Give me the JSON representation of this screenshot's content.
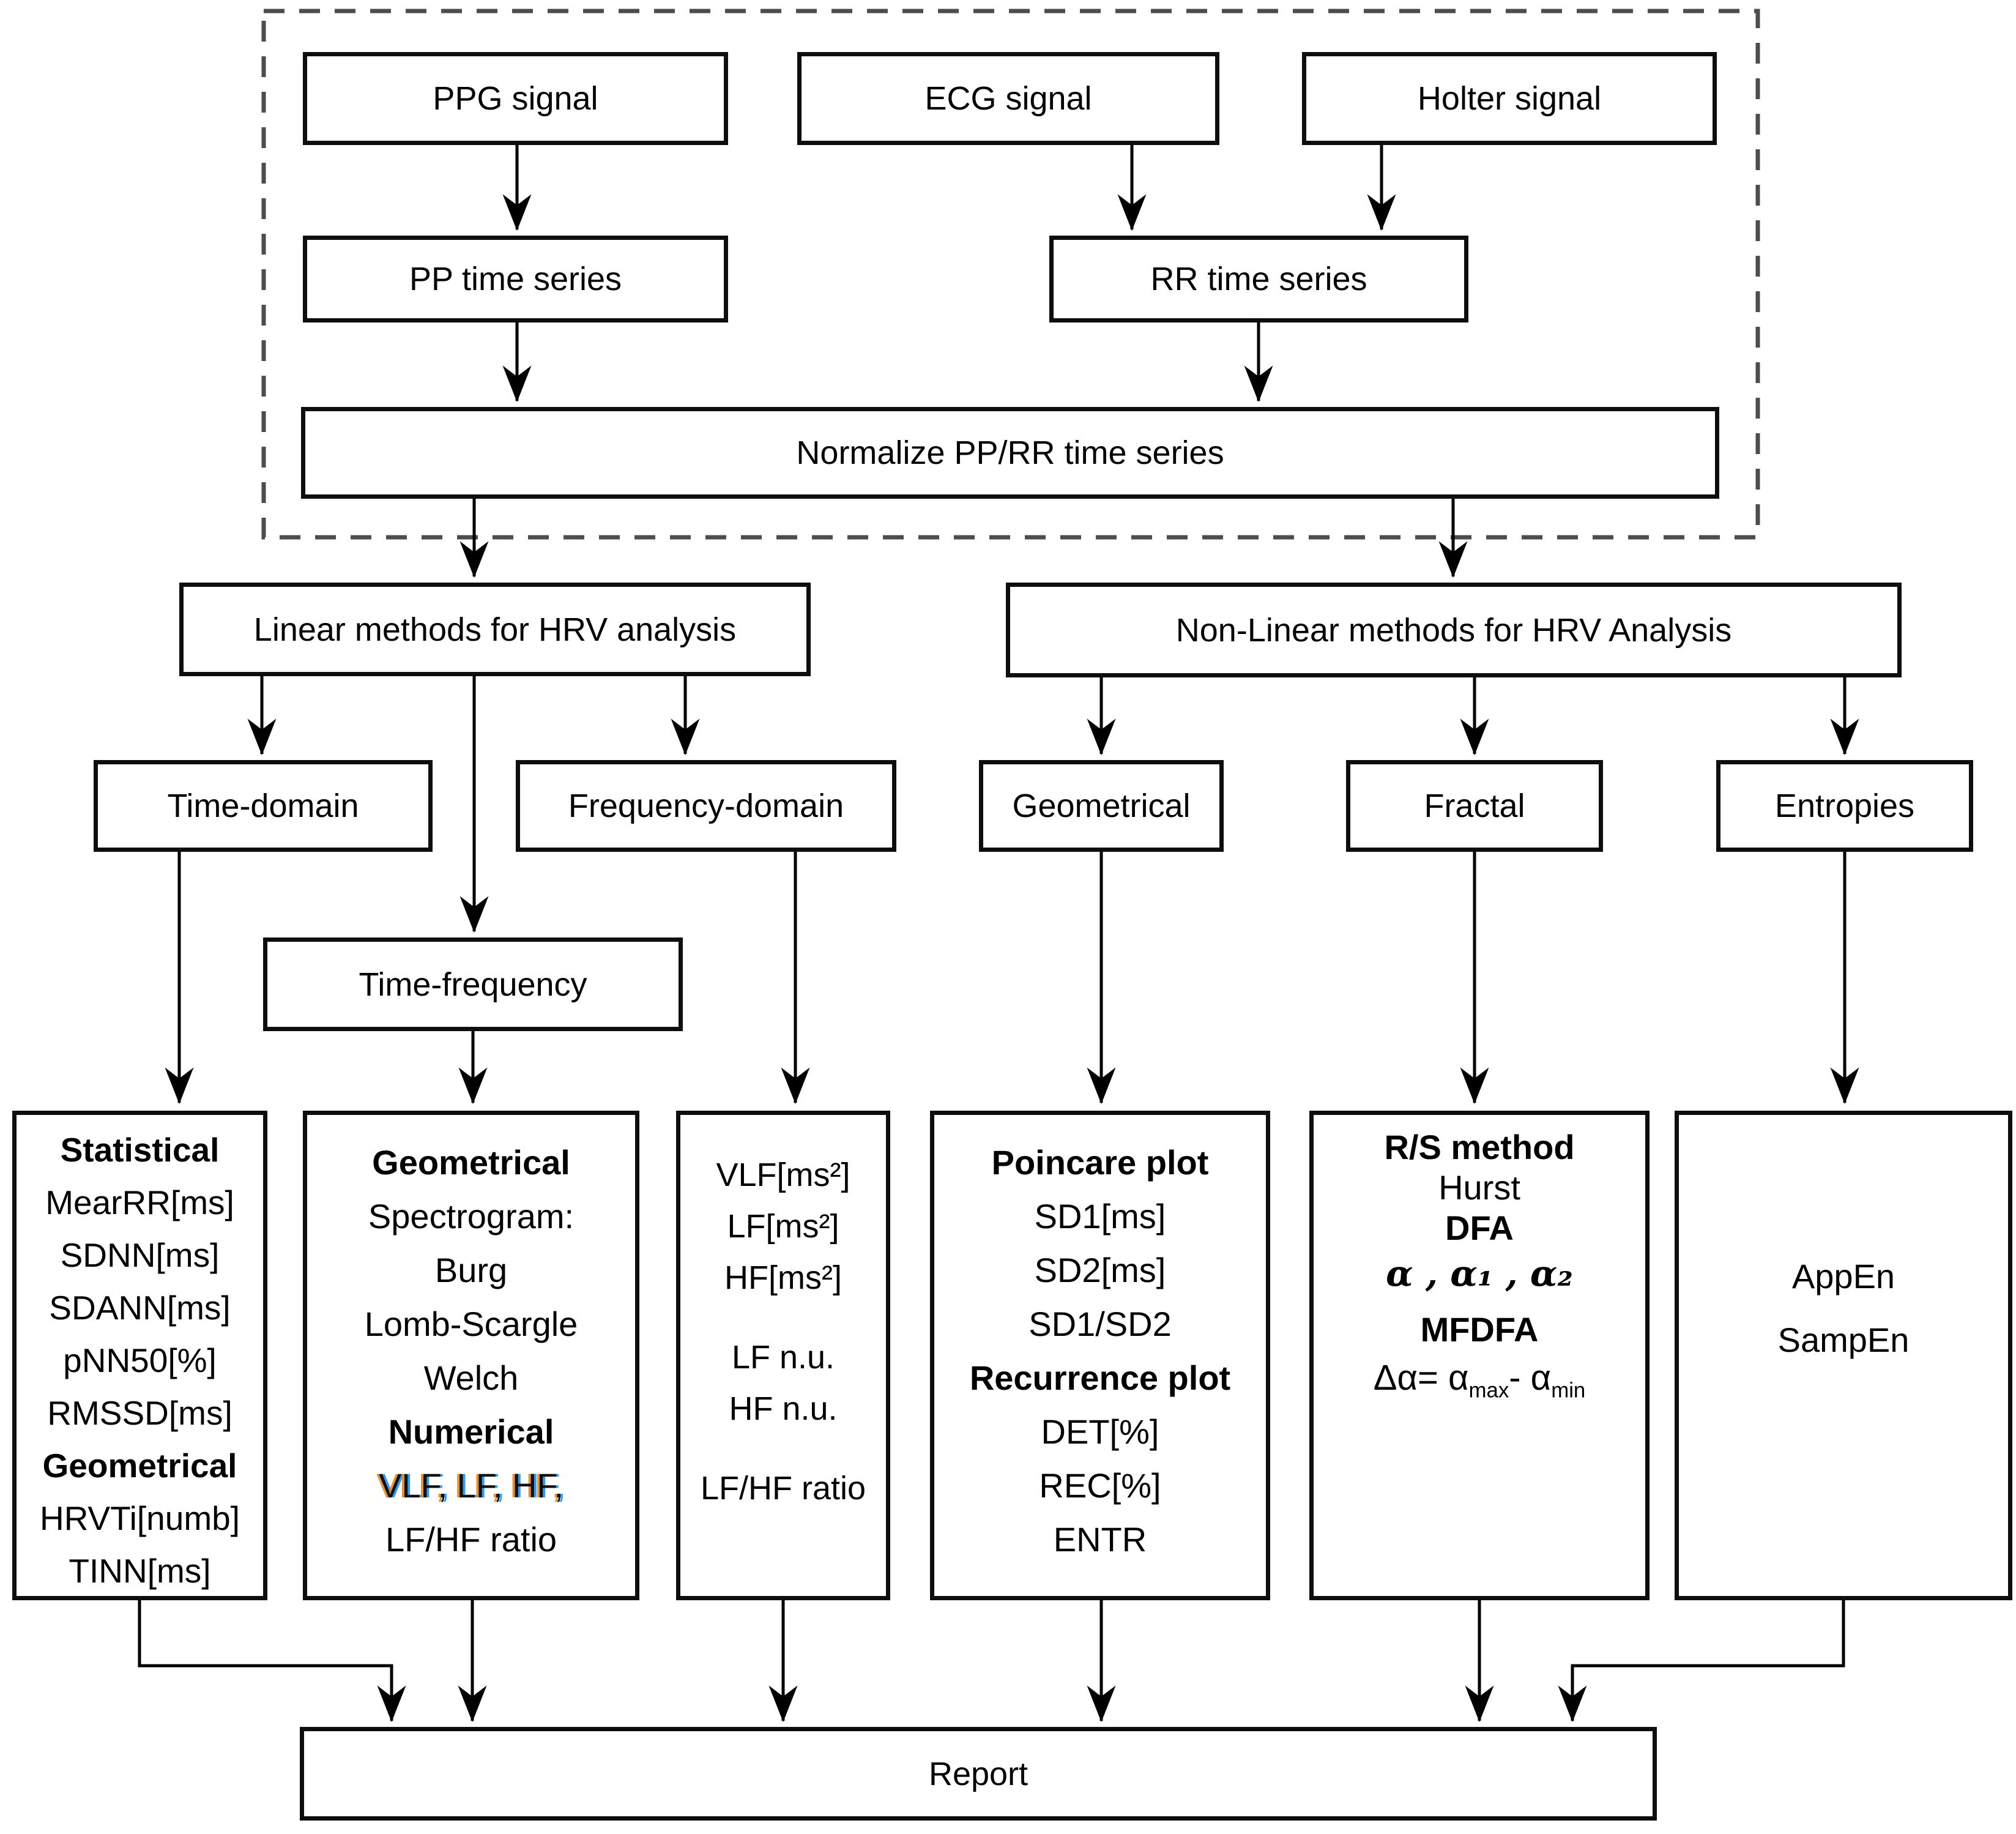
{
  "colors": {
    "background": "#ffffff",
    "box_border": "#0e0e0e",
    "connector": "#000000",
    "dashed_boundary": "#4d4d4d",
    "fringe_warm": "#e87d0d",
    "fringe_cool": "#0a8cf0"
  },
  "nodes": {
    "ppg": {
      "label": "PPG signal"
    },
    "ecg": {
      "label": "ECG signal"
    },
    "holter": {
      "label": "Holter signal"
    },
    "pp_series": {
      "label": "PP time series"
    },
    "rr_series": {
      "label": "RR time series"
    },
    "normalize": {
      "label": "Normalize PP/RR time series"
    },
    "linear": {
      "label": "Linear methods for HRV analysis"
    },
    "nonlinear": {
      "label": "Non-Linear methods for HRV Analysis"
    },
    "time_domain": {
      "label": "Time-domain"
    },
    "frequency_domain": {
      "label": "Frequency-domain"
    },
    "time_frequency": {
      "label": "Time-frequency"
    },
    "geometrical": {
      "label": "Geometrical"
    },
    "fractal": {
      "label": "Fractal"
    },
    "entropies": {
      "label": "Entropies"
    },
    "report": {
      "label": "Report"
    }
  },
  "panels": {
    "statistical_geometrical": {
      "heading1": "Statistical",
      "items1": [
        "MearRR[ms]",
        "SDNN[ms]",
        "SDANN[ms]",
        "pNN50[%]",
        "RMSSD[ms]"
      ],
      "heading2": "Geometrical",
      "items2": [
        "HRVTi[numb]",
        "TINN[ms]"
      ]
    },
    "spectral_geometrical": {
      "heading1": "Geometrical",
      "subtitle": "Spectrogram:",
      "methods": [
        "Burg",
        "Lomb-Scargle",
        "Welch"
      ],
      "heading2": "Numerical",
      "colored_line": "VLF, LF, HF,",
      "last_line": "LF/HF ratio"
    },
    "frequency_results": {
      "absolute": [
        "VLF[ms²]",
        "LF[ms²]",
        "HF[ms²]"
      ],
      "normalized": [
        "LF n.u.",
        "HF n.u."
      ],
      "ratio": "LF/HF ratio"
    },
    "poincare_recurrence": {
      "heading1": "Poincare plot",
      "items1": [
        "SD1[ms]",
        "SD2[ms]",
        "SD1/SD2"
      ],
      "heading2": "Recurrence plot",
      "items2": [
        "DET[%]",
        "REC[%]",
        "ENTR"
      ]
    },
    "fractal_results": {
      "heading1": "R/S method",
      "item1": "Hurst",
      "heading2": "DFA",
      "alphas": "α , α₁ , α₂",
      "heading3": "MFDFA",
      "delta": {
        "pre": "Δα= α",
        "sub1": "max",
        "mid": "- α",
        "sub2": "min"
      }
    },
    "entropy_results": {
      "items": [
        "AppEn",
        "SampEn"
      ]
    }
  }
}
